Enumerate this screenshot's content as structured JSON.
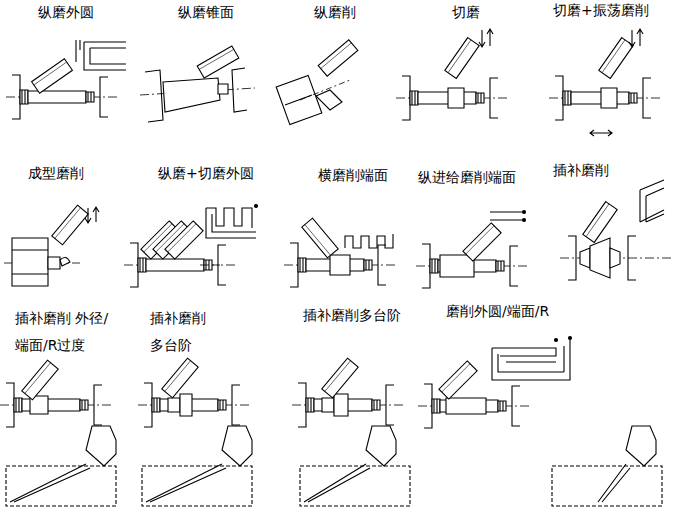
{
  "diagram": {
    "labels": [
      "纵磨外圆",
      "纵磨锥面",
      "纵磨削",
      "切磨",
      "切磨+振荡磨削",
      "成型磨削",
      "纵磨+切磨外圆",
      "横磨削端面",
      "纵进给磨削端面",
      "插补磨削",
      "插补磨削 外径/端面/R过度",
      "插补磨削 多台阶",
      "插补磨削多台阶",
      "磨削外圆/端面/R"
    ]
  }
}
